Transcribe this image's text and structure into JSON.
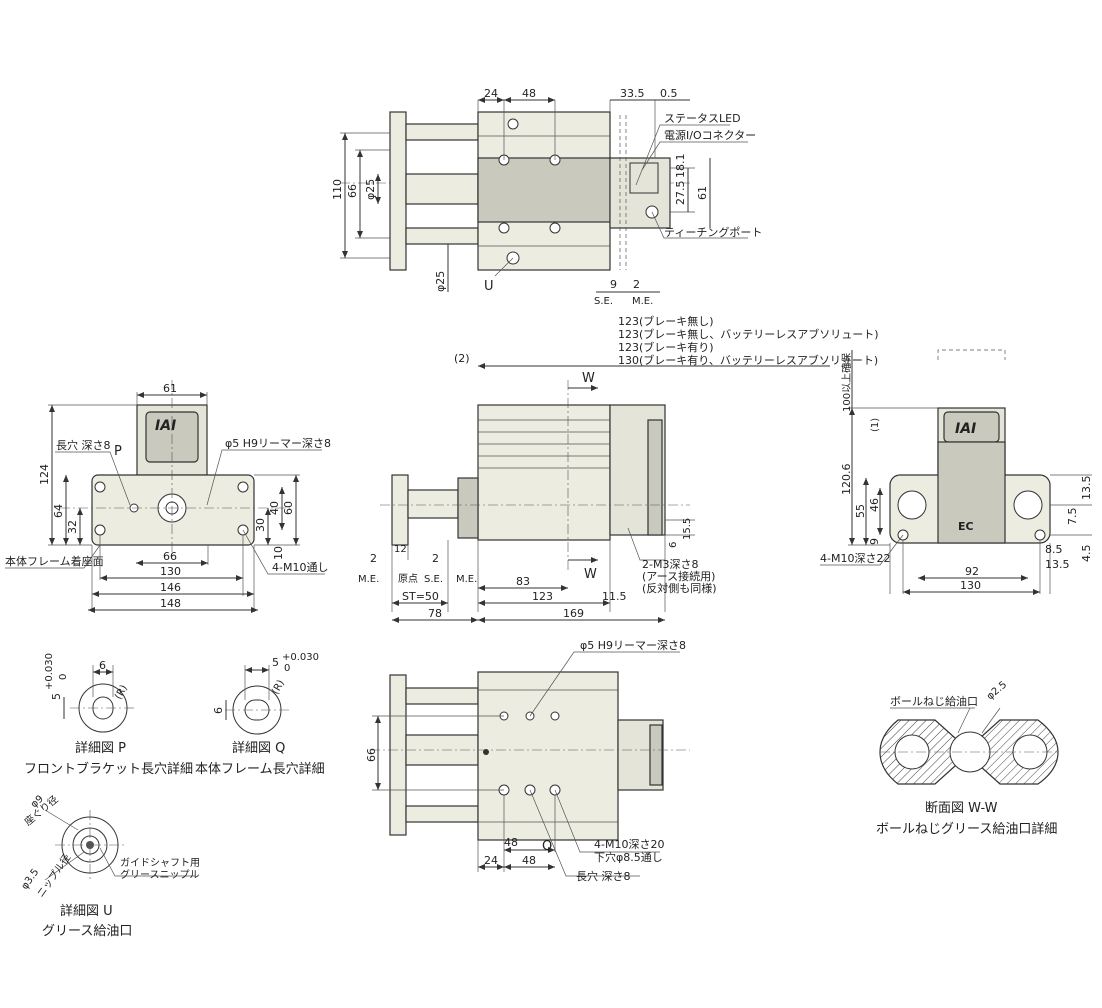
{
  "top_view": {
    "dims": {
      "d24": "24",
      "d48": "48",
      "d33_5": "33.5",
      "d0_5": "0.5",
      "d110": "110",
      "d66": "66",
      "phi25": "φ25",
      "phi25b": "φ25",
      "d27_5": "27.5",
      "d18_1": "18.1",
      "d61": "61",
      "d9": "9",
      "d2": "2"
    },
    "labels": {
      "status_led": "ステータスLED",
      "power_io": "電源I/Oコネクター",
      "teaching_port": "ティーチングポート",
      "u": "U",
      "se": "S.E.",
      "me": "M.E."
    }
  },
  "side_view": {
    "notes": [
      "123(ブレーキ無し)",
      "123(ブレーキ無し、バッテリーレスアブソリュート)",
      "123(ブレーキ有り)",
      "130(ブレーキ有り、バッテリーレスアブソリュート)"
    ],
    "dims": {
      "p2": "(2)",
      "w1": "W",
      "w2": "W",
      "d2a": "2",
      "d12": "12",
      "d2b": "2",
      "d83": "83",
      "d123": "123",
      "d11_5": "11.5",
      "st": "ST=50",
      "d78": "78",
      "d169": "169",
      "d6": "6",
      "d15_5": "15.5"
    },
    "labels": {
      "me1": "M.E.",
      "origin": "原点",
      "se": "S.E.",
      "me2": "M.E.",
      "m3_1": "2-M3深さ8",
      "m3_2": "(アース接続用)",
      "m3_3": "(反対側も同様)"
    }
  },
  "front_view": {
    "dims": {
      "d61": "61",
      "d124": "124",
      "d64": "64",
      "d32": "32",
      "d66": "66",
      "d130": "130",
      "d146": "146",
      "d148": "148",
      "d30": "30",
      "d40": "40",
      "d60": "60",
      "d10": "10"
    },
    "labels": {
      "slot": "長穴 深さ8",
      "p": "P",
      "reamer": "φ5 H9リーマー深さ8",
      "seat": "本体フレーム着座面",
      "m10": "4-M10通し",
      "logo": "IAI"
    }
  },
  "right_view": {
    "dims": {
      "d100": "100以上確保",
      "p1": "(1)",
      "d120_6": "120.6",
      "d55": "55",
      "d46": "46",
      "d9": "9",
      "d92": "92",
      "d130": "130",
      "d13_5a": "13.5",
      "d7_5": "7.5",
      "d8_5": "8.5",
      "d4_5": "4.5",
      "d13_5b": "13.5"
    },
    "labels": {
      "m10": "4-M10深さ22",
      "logo": "IAI",
      "badge": "EC"
    }
  },
  "bottom_view": {
    "dims": {
      "d66": "66",
      "d48a": "48",
      "d24": "24",
      "d48b": "48",
      "q": "Q"
    },
    "labels": {
      "reamer": "φ5 H9リーマー深さ8",
      "m10_1": "4-M10深さ20",
      "m10_2": "下穴φ8.5通し",
      "slot": "長穴 深さ8"
    }
  },
  "detail_p": {
    "title": "詳細図 P",
    "subtitle": "フロントブラケット長穴詳細",
    "d6": "6",
    "d5": "5",
    "tol": "+0.030",
    "tol0": "0",
    "r": "(R)"
  },
  "detail_q": {
    "title": "詳細図 Q",
    "subtitle": "本体フレーム長穴詳細",
    "d5": "5",
    "tol": "+0.030",
    "tol0": "0",
    "d6": "6",
    "r": "(R)"
  },
  "detail_u": {
    "title": "詳細図 U",
    "subtitle": "グリース給油口",
    "phi9": "φ9",
    "zaguri": "座ぐり径",
    "phi3_5": "φ3.5",
    "nipple_d": "ニップル径",
    "nipple1": "ガイドシャフト用",
    "nipple2": "グリースニップル"
  },
  "section_ww": {
    "title": "断面図 W-W",
    "subtitle": "ボールねじグリース給油口詳細",
    "port": "ボールねじ給油口",
    "phi2_5": "φ2.5"
  }
}
